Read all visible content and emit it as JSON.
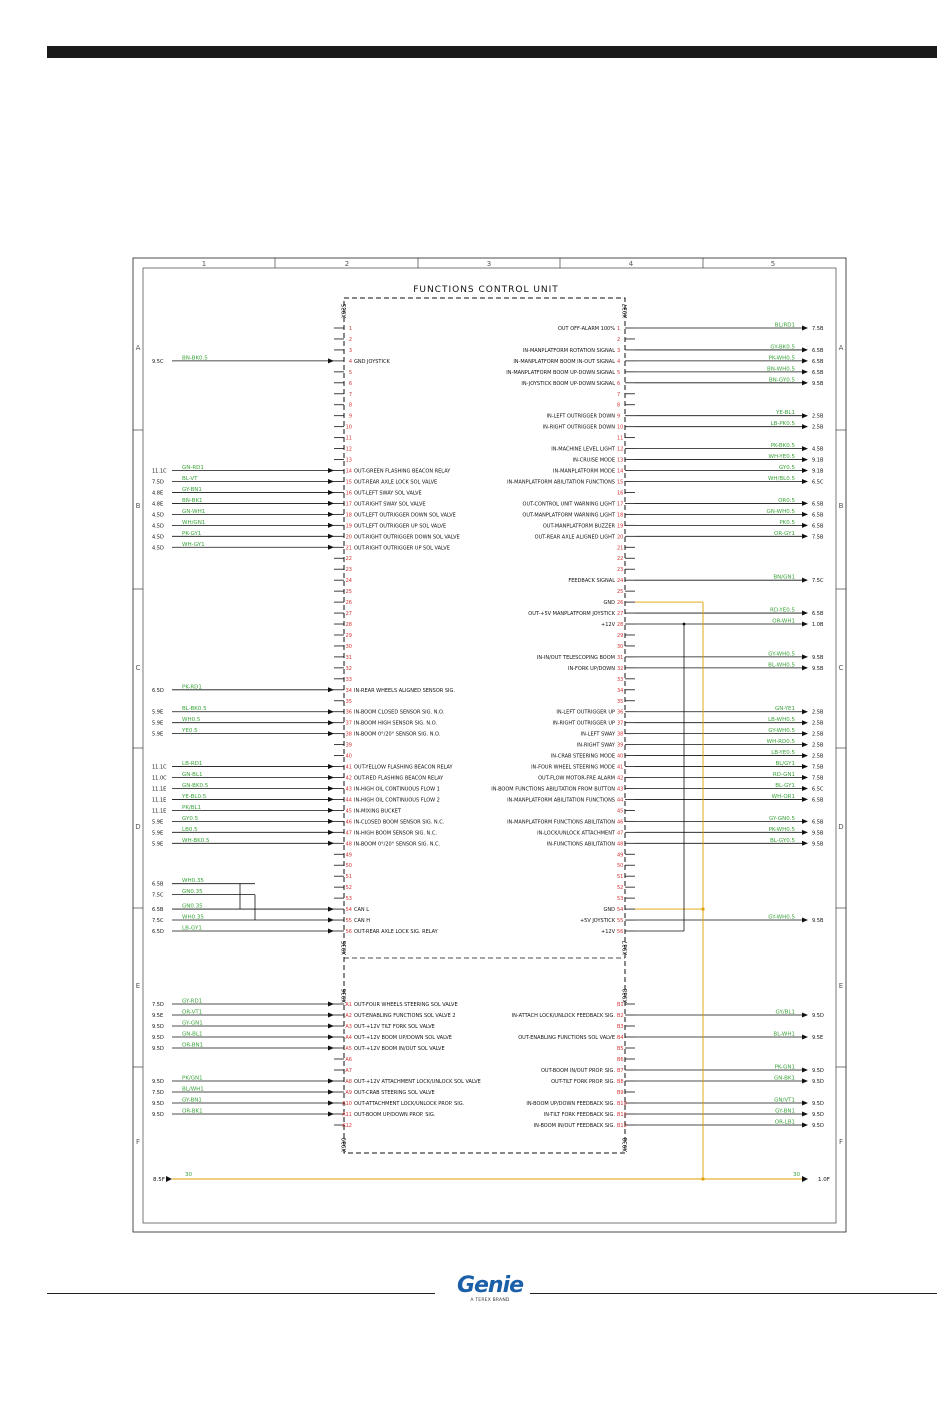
{
  "title": "FUNCTIONS CONTROL UNIT",
  "columns": [
    "1",
    "2",
    "3",
    "4",
    "5"
  ],
  "rows": [
    "A",
    "B",
    "C",
    "D",
    "E",
    "F"
  ],
  "colors": {
    "wire_label": "#3aa33a",
    "pin_number": "#d23333",
    "line": "#111111",
    "power_wire": "#e0a000"
  },
  "connector_labels": {
    "x935": "X935",
    "x936": "X936",
    "x937": "X937",
    "x938": "X938",
    "x939": "X939"
  },
  "left_pins": [
    {
      "pin": "1",
      "desc": "",
      "wire": "",
      "ref": ""
    },
    {
      "pin": "2",
      "desc": "",
      "wire": "",
      "ref": ""
    },
    {
      "pin": "3",
      "desc": "",
      "wire": "",
      "ref": ""
    },
    {
      "pin": "4",
      "desc": "GND JOYSTICK",
      "wire": "BN-BK0.5",
      "ref": "9.5C"
    },
    {
      "pin": "5",
      "desc": "",
      "wire": "",
      "ref": ""
    },
    {
      "pin": "6",
      "desc": "",
      "wire": "",
      "ref": ""
    },
    {
      "pin": "7",
      "desc": "",
      "wire": "",
      "ref": ""
    },
    {
      "pin": "8",
      "desc": "",
      "wire": "",
      "ref": ""
    },
    {
      "pin": "9",
      "desc": "",
      "wire": "",
      "ref": ""
    },
    {
      "pin": "10",
      "desc": "",
      "wire": "",
      "ref": ""
    },
    {
      "pin": "11",
      "desc": "",
      "wire": "",
      "ref": ""
    },
    {
      "pin": "12",
      "desc": "",
      "wire": "",
      "ref": ""
    },
    {
      "pin": "13",
      "desc": "",
      "wire": "",
      "ref": ""
    },
    {
      "pin": "14",
      "desc": "OUT-GREEN FLASHING BEACON RELAY",
      "wire": "GN-RD1",
      "ref": "11.1C"
    },
    {
      "pin": "15",
      "desc": "OUT-REAR AXLE LOCK SOL VALVE",
      "wire": "BL-VT",
      "ref": "7.5D"
    },
    {
      "pin": "16",
      "desc": "OUT-LEFT SWAY SOL VALVE",
      "wire": "GY-BN1",
      "ref": "4.8E"
    },
    {
      "pin": "17",
      "desc": "OUT-RIGHT SWAY SOL VALVE",
      "wire": "BN-BK1",
      "ref": "4.8E"
    },
    {
      "pin": "18",
      "desc": "OUT-LEFT OUTRIGGER DOWN SOL VALVE",
      "wire": "GN-WH1",
      "ref": "4.5D"
    },
    {
      "pin": "19",
      "desc": "OUT-LEFT OUTRIGGER UP SOL VALVE",
      "wire": "WH/GN1",
      "ref": "4.5D"
    },
    {
      "pin": "20",
      "desc": "OUT-RIGHT OUTRIGGER DOWN SOL VALVE",
      "wire": "PK-GY1",
      "ref": "4.5D"
    },
    {
      "pin": "21",
      "desc": "OUT-RIGHT OUTRIGGER UP SOL VALVE",
      "wire": "WH-GY1",
      "ref": "4.5D"
    },
    {
      "pin": "22",
      "desc": "",
      "wire": "",
      "ref": ""
    },
    {
      "pin": "23",
      "desc": "",
      "wire": "",
      "ref": ""
    },
    {
      "pin": "24",
      "desc": "",
      "wire": "",
      "ref": ""
    },
    {
      "pin": "25",
      "desc": "",
      "wire": "",
      "ref": ""
    },
    {
      "pin": "26",
      "desc": "",
      "wire": "",
      "ref": ""
    },
    {
      "pin": "27",
      "desc": "",
      "wire": "",
      "ref": ""
    },
    {
      "pin": "28",
      "desc": "",
      "wire": "",
      "ref": ""
    },
    {
      "pin": "29",
      "desc": "",
      "wire": "",
      "ref": ""
    },
    {
      "pin": "30",
      "desc": "",
      "wire": "",
      "ref": ""
    },
    {
      "pin": "31",
      "desc": "",
      "wire": "",
      "ref": ""
    },
    {
      "pin": "32",
      "desc": "",
      "wire": "",
      "ref": ""
    },
    {
      "pin": "33",
      "desc": "",
      "wire": "",
      "ref": ""
    },
    {
      "pin": "34",
      "desc": "IN-REAR WHEELS ALIGNED SENSOR SIG.",
      "wire": "PK-RD1",
      "ref": "6.5D"
    },
    {
      "pin": "35",
      "desc": "",
      "wire": "",
      "ref": ""
    },
    {
      "pin": "36",
      "desc": "IN-BOOM CLOSED SENSOR SIG. N.O.",
      "wire": "BL-BK0.5",
      "ref": "5.9E"
    },
    {
      "pin": "37",
      "desc": "IN-BOOM HIGH SENSOR SIG. N.O.",
      "wire": "WH0.5",
      "ref": "5.9E"
    },
    {
      "pin": "38",
      "desc": "IN-BOOM 0°/20° SENSOR SIG. N.O.",
      "wire": "YE0.5",
      "ref": "5.9E"
    },
    {
      "pin": "39",
      "desc": "",
      "wire": "",
      "ref": ""
    },
    {
      "pin": "40",
      "desc": "",
      "wire": "",
      "ref": ""
    },
    {
      "pin": "41",
      "desc": "OUT-YELLOW FLASHING BEACON RELAY",
      "wire": "LB-RD1",
      "ref": "11.1C"
    },
    {
      "pin": "42",
      "desc": "OUT-RED FLASHING BEACON RELAY",
      "wire": "GN-BL1",
      "ref": "11.0C"
    },
    {
      "pin": "43",
      "desc": "IN-HIGH OIL CONTINUOUS FLOW 1",
      "wire": "GN-BK0.5",
      "ref": "11.1E"
    },
    {
      "pin": "44",
      "desc": "IN-HIGH OIL CONTINUOUS FLOW 2",
      "wire": "YE-BL0.5",
      "ref": "11.1E"
    },
    {
      "pin": "45",
      "desc": "IN-MIXING BUCKET",
      "wire": "PK/BL1",
      "ref": "11.1E"
    },
    {
      "pin": "46",
      "desc": "IN-CLOSED BOOM SENSOR SIG. N.C.",
      "wire": "GY0.5",
      "ref": "5.9E"
    },
    {
      "pin": "47",
      "desc": "IN-HIGH BOOM SENSOR SIG. N.C.",
      "wire": "LB0.5",
      "ref": "5.9E"
    },
    {
      "pin": "48",
      "desc": "IN-BOOM 0°/20° SENSOR SIG. N.C.",
      "wire": "WH-BK0.5",
      "ref": "5.9E"
    },
    {
      "pin": "49",
      "desc": "",
      "wire": "",
      "ref": ""
    },
    {
      "pin": "50",
      "desc": "",
      "wire": "",
      "ref": ""
    },
    {
      "pin": "51",
      "desc": "",
      "wire": "",
      "ref": ""
    },
    {
      "pin": "52",
      "desc": "",
      "wire": "",
      "ref": ""
    },
    {
      "pin": "53",
      "desc": "",
      "wire": "",
      "ref": ""
    },
    {
      "pin": "54",
      "desc": "CAN L",
      "wire": "GN0.35",
      "ref": "6.5B"
    },
    {
      "pin": "55",
      "desc": "CAN H",
      "wire": "WH0.35",
      "ref": "7.5C"
    },
    {
      "pin": "56",
      "desc": "OUT-REAR AXLE LOCK SIG. RELAY",
      "wire": "LB-GY1",
      "ref": "6.5D"
    }
  ],
  "left_canbus_extra": [
    {
      "wire": "WH0.35",
      "ref": "6.5B"
    },
    {
      "wire": "GN0.35",
      "ref": "7.5C"
    }
  ],
  "right_pins": [
    {
      "pin": "1",
      "desc": "OUT OFF-ALARM 100%",
      "wire": "BL/RD1",
      "ref": "7.5B"
    },
    {
      "pin": "2",
      "desc": "",
      "wire": "",
      "ref": ""
    },
    {
      "pin": "3",
      "desc": "IN-MANPLATFORM ROTATION SIGNAL",
      "wire": "GY-BK0.5",
      "ref": "6.5B"
    },
    {
      "pin": "4",
      "desc": "IN-MANPLATFORM BOOM IN-OUT SIGNAL",
      "wire": "PK-WH0.5",
      "ref": "6.5B"
    },
    {
      "pin": "5",
      "desc": "IN-MANPLATFORM BOOM UP-DOWN SIGNAL",
      "wire": "BN-WH0.5",
      "ref": "6.5B"
    },
    {
      "pin": "6",
      "desc": "IN-JOYSTICK BOOM UP-DOWN SIGNAL",
      "wire": "BN-GY0.5",
      "ref": "9.5B"
    },
    {
      "pin": "7",
      "desc": "",
      "wire": "",
      "ref": ""
    },
    {
      "pin": "8",
      "desc": "",
      "wire": "",
      "ref": ""
    },
    {
      "pin": "9",
      "desc": "IN-LEFT OUTRIGGER DOWN",
      "wire": "YE-BL1",
      "ref": "2.5B"
    },
    {
      "pin": "10",
      "desc": "IN-RIGHT OUTRIGGER DOWN",
      "wire": "LB-PK0.5",
      "ref": "2.5B"
    },
    {
      "pin": "11",
      "desc": "",
      "wire": "",
      "ref": ""
    },
    {
      "pin": "12",
      "desc": "IN-MACHINE LEVEL LIGHT",
      "wire": "PK-BK0.5",
      "ref": "4.5B"
    },
    {
      "pin": "13",
      "desc": "IN-CRUISE MODE",
      "wire": "WH-YE0.5",
      "ref": "9.1B"
    },
    {
      "pin": "14",
      "desc": "IN-MANPLATFORM MODE",
      "wire": "GY0.5",
      "ref": "9.1B"
    },
    {
      "pin": "15",
      "desc": "IN-MANPLATFORM ABILITATION FUNCTIONS",
      "wire": "WH/BL0.5",
      "ref": "6.5C"
    },
    {
      "pin": "16",
      "desc": "",
      "wire": "",
      "ref": ""
    },
    {
      "pin": "17",
      "desc": "OUT-CONTROL UNIT WARNING LIGHT",
      "wire": "OR0.5",
      "ref": "6.5B"
    },
    {
      "pin": "18",
      "desc": "OUT-MANPLATFORM WARNING LIGHT",
      "wire": "GN-WH0.5",
      "ref": "6.5B"
    },
    {
      "pin": "19",
      "desc": "OUT-MANPLATFORM BUZZER",
      "wire": "PK0.5",
      "ref": "6.5B"
    },
    {
      "pin": "20",
      "desc": "OUT-REAR AXLE ALIGNED LIGHT",
      "wire": "OR-GY1",
      "ref": "7.5B"
    },
    {
      "pin": "21",
      "desc": "",
      "wire": "",
      "ref": ""
    },
    {
      "pin": "22",
      "desc": "",
      "wire": "",
      "ref": ""
    },
    {
      "pin": "23",
      "desc": "",
      "wire": "",
      "ref": ""
    },
    {
      "pin": "24",
      "desc": "FEEDBACK SIGNAL",
      "wire": "BN/GN1",
      "ref": "7.5C"
    },
    {
      "pin": "25",
      "desc": "",
      "wire": "",
      "ref": ""
    },
    {
      "pin": "26",
      "desc": "GND",
      "wire": "",
      "ref": ""
    },
    {
      "pin": "27",
      "desc": "OUT-+5V MANPLATFORM JOYSTICK",
      "wire": "RD-YE0.5",
      "ref": "6.5B"
    },
    {
      "pin": "28",
      "desc": "+12V",
      "wire": "OR-WH1",
      "ref": "1.0B"
    },
    {
      "pin": "29",
      "desc": "",
      "wire": "",
      "ref": ""
    },
    {
      "pin": "30",
      "desc": "",
      "wire": "",
      "ref": ""
    },
    {
      "pin": "31",
      "desc": "IN-IN/OUT TELESCOPING BOOM",
      "wire": "GY-WH0.5",
      "ref": "9.5B"
    },
    {
      "pin": "32",
      "desc": "IN-FORK UP/DOWN",
      "wire": "BL-WH0.5",
      "ref": "9.5B"
    },
    {
      "pin": "33",
      "desc": "",
      "wire": "",
      "ref": ""
    },
    {
      "pin": "34",
      "desc": "",
      "wire": "",
      "ref": ""
    },
    {
      "pin": "35",
      "desc": "",
      "wire": "",
      "ref": ""
    },
    {
      "pin": "36",
      "desc": "IN-LEFT OUTRIGGER UP",
      "wire": "GN-YE1",
      "ref": "2.5B"
    },
    {
      "pin": "37",
      "desc": "IN-RIGHT OUTRIGGER UP",
      "wire": "LB-WH0.5",
      "ref": "2.5B"
    },
    {
      "pin": "38",
      "desc": "IN-LEFT SWAY",
      "wire": "GY-WH0.5",
      "ref": "2.5B"
    },
    {
      "pin": "39",
      "desc": "IN-RIGHT SWAY",
      "wire": "WH-RD0.5",
      "ref": "2.5B"
    },
    {
      "pin": "40",
      "desc": "IN-CRAB STEERING MODE",
      "wire": "LB-YE0.5",
      "ref": "2.5B"
    },
    {
      "pin": "41",
      "desc": "IN-FOUR WHEEL STEERING MODE",
      "wire": "BL/GY1",
      "ref": "7.5B"
    },
    {
      "pin": "42",
      "desc": "OUT-FLOW MOTOR-FRE ALARM",
      "wire": "RD-GN1",
      "ref": "7.5B"
    },
    {
      "pin": "43",
      "desc": "IN-BOOM FUNCTIONS ABILITATION FROM BUTTON",
      "wire": "BL-GY1",
      "ref": "6.5C"
    },
    {
      "pin": "44",
      "desc": "IN-MANPLATFORM ABILITATION FUNCTIONS",
      "wire": "WH-OR1",
      "ref": "6.5B"
    },
    {
      "pin": "45",
      "desc": "",
      "wire": "",
      "ref": ""
    },
    {
      "pin": "46",
      "desc": "IN-MANPLATFORM FUNCTIONS ABILITATION",
      "wire": "GY-GN0.5",
      "ref": "6.5B"
    },
    {
      "pin": "47",
      "desc": "IN-LOCK/UNLOCK ATTACHMENT",
      "wire": "PK-WH0.5",
      "ref": "9.5B"
    },
    {
      "pin": "48",
      "desc": "IN-FUNCTIONS ABILITATION",
      "wire": "BL-GY0.5",
      "ref": "9.5B"
    },
    {
      "pin": "49",
      "desc": "",
      "wire": "",
      "ref": ""
    },
    {
      "pin": "50",
      "desc": "",
      "wire": "",
      "ref": ""
    },
    {
      "pin": "51",
      "desc": "",
      "wire": "",
      "ref": ""
    },
    {
      "pin": "52",
      "desc": "",
      "wire": "",
      "ref": ""
    },
    {
      "pin": "53",
      "desc": "",
      "wire": "",
      "ref": ""
    },
    {
      "pin": "54",
      "desc": "GND",
      "wire": "",
      "ref": ""
    },
    {
      "pin": "55",
      "desc": "+5V JOYSTICK",
      "wire": "GY-WH0.5",
      "ref": "9.5B"
    },
    {
      "pin": "56",
      "desc": "+12V",
      "wire": "",
      "ref": ""
    }
  ],
  "lower_left_pins": [
    {
      "pin": "A1",
      "desc": "OUT-FOUR WHEELS STEERING SOL VALVE",
      "wire": "GY-RD1",
      "ref": "7.5D"
    },
    {
      "pin": "A2",
      "desc": "OUT-ENABLING FUNCTIONS SOL VALVE 2",
      "wire": "OR-VT1",
      "ref": "9.5E"
    },
    {
      "pin": "A3",
      "desc": "OUT-+12V TILT FORK SOL VALVE",
      "wire": "GY-GN1",
      "ref": "9.5D"
    },
    {
      "pin": "A4",
      "desc": "OUT-+12V BOOM UP/DOWN SOL VALVE",
      "wire": "GN-BL1",
      "ref": "9.5D"
    },
    {
      "pin": "A5",
      "desc": "OUT-+12V BOOM IN/OUT SOL VALVE",
      "wire": "OR-BN1",
      "ref": "9.5D"
    },
    {
      "pin": "A6",
      "desc": "",
      "wire": "",
      "ref": ""
    },
    {
      "pin": "A7",
      "desc": "",
      "wire": "",
      "ref": ""
    },
    {
      "pin": "A8",
      "desc": "OUT-+12V ATTACHMENT LOCK/UNLOCK SOL VALVE",
      "wire": "PK/GN1",
      "ref": "9.5D"
    },
    {
      "pin": "A9",
      "desc": "OUT-CRAB STEERING SOL VALVE",
      "wire": "BL/WH1",
      "ref": "7.5D"
    },
    {
      "pin": "A10",
      "desc": "OUT-ATTACHMENT LOCK/UNLOCK PROP. SIG.",
      "wire": "GY-BN1",
      "ref": "9.5D"
    },
    {
      "pin": "A11",
      "desc": "OUT-BOOM UP/DOWN PROP. SIG.",
      "wire": "OR-BK1",
      "ref": "9.5D"
    },
    {
      "pin": "A12",
      "desc": "",
      "wire": "",
      "ref": ""
    }
  ],
  "lower_right_pins": [
    {
      "pin": "B1",
      "desc": "",
      "wire": "",
      "ref": ""
    },
    {
      "pin": "B2",
      "desc": "IN-ATTACH LOCK/UNLOCK FEEDBACK SIG.",
      "wire": "GY/BL1",
      "ref": "9.5D"
    },
    {
      "pin": "B3",
      "desc": "",
      "wire": "",
      "ref": ""
    },
    {
      "pin": "B4",
      "desc": "OUT-ENABLING FUNCTIONS SOL VALVE",
      "wire": "BL-WH1",
      "ref": "9.5E"
    },
    {
      "pin": "B5",
      "desc": "",
      "wire": "",
      "ref": ""
    },
    {
      "pin": "B6",
      "desc": "",
      "wire": "",
      "ref": ""
    },
    {
      "pin": "B7",
      "desc": "OUT-BOOM IN/OUT PROP. SIG.",
      "wire": "PK-GN1",
      "ref": "9.5D"
    },
    {
      "pin": "B8",
      "desc": "OUT-TILT FORK PROP. SIG.",
      "wire": "GN-BK1",
      "ref": "9.5D"
    },
    {
      "pin": "B9",
      "desc": "",
      "wire": "",
      "ref": ""
    },
    {
      "pin": "B10",
      "desc": "IN-BOOM UP/DOWN FEEDBACK SIG.",
      "wire": "GN/VT1",
      "ref": "9.5D"
    },
    {
      "pin": "B11",
      "desc": "IN-TILT FORK FEEDBACK SIG.",
      "wire": "GY-BN1",
      "ref": "9.5D"
    },
    {
      "pin": "B12",
      "desc": "IN-BOOM IN/OUT FEEDBACK SIG.",
      "wire": "OR-LB1",
      "ref": "9.5D"
    }
  ],
  "power_wire": {
    "left_ref": "8.5F",
    "left_label": "30",
    "right_label": "30",
    "right_ref": "1.0F"
  },
  "footer": {
    "logo_word": "Genie",
    "logo_tag": "A TEREX BRAND"
  }
}
